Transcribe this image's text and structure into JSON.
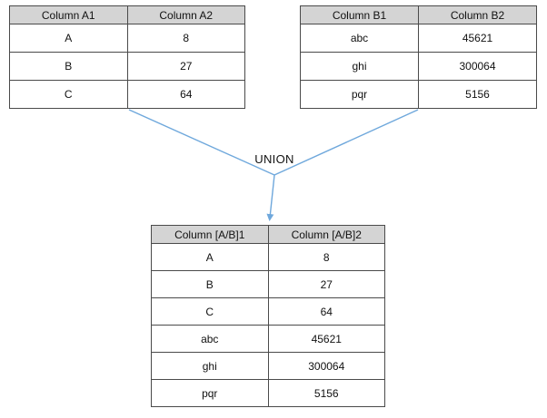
{
  "table_a": {
    "headers": [
      "Column A1",
      "Column A2"
    ],
    "rows": [
      [
        "A",
        "8"
      ],
      [
        "B",
        "27"
      ],
      [
        "C",
        "64"
      ]
    ]
  },
  "table_b": {
    "headers": [
      "Column B1",
      "Column B2"
    ],
    "rows": [
      [
        "abc",
        "45621"
      ],
      [
        "ghi",
        "300064"
      ],
      [
        "pqr",
        "5156"
      ]
    ]
  },
  "operation_label": "UNION",
  "table_union": {
    "headers": [
      "Column [A/B]1",
      "Column [A/B]2"
    ],
    "rows": [
      [
        "A",
        "8"
      ],
      [
        "B",
        "27"
      ],
      [
        "C",
        "64"
      ],
      [
        "abc",
        "45621"
      ],
      [
        "ghi",
        "300064"
      ],
      [
        "pqr",
        "5156"
      ]
    ]
  },
  "colors": {
    "connector": "#6fa8dc",
    "header_fill": "#d4d4d4",
    "border": "#4a4a4a"
  }
}
